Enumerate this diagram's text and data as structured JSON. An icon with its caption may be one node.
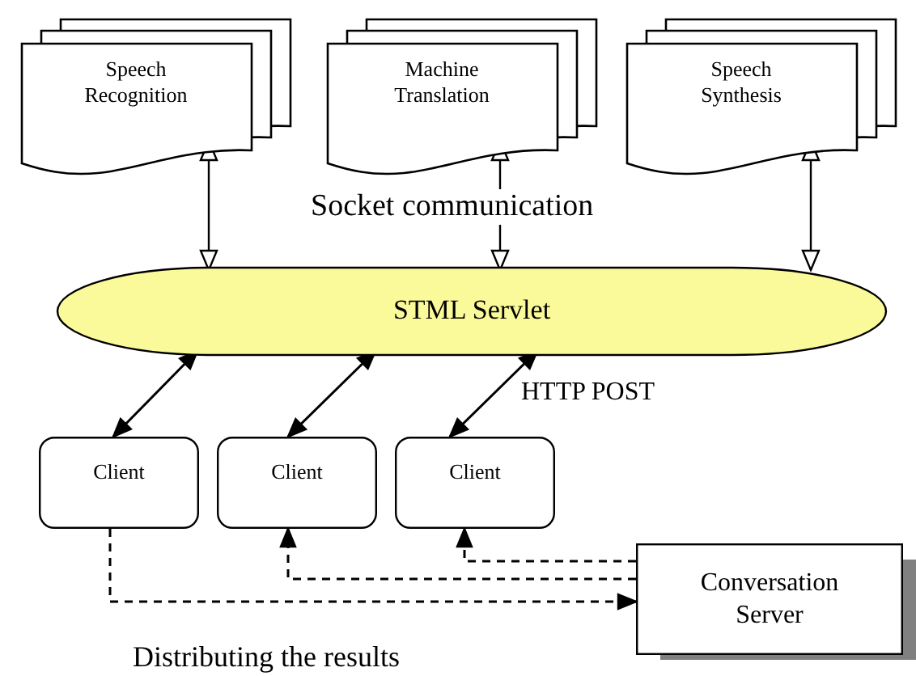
{
  "diagram": {
    "nodes": [
      {
        "text": [
          "Speech Recognition"
        ]
      },
      {
        "text": [
          "Machine Translation"
        ]
      },
      {
        "text": [
          "Speech Synthesis"
        ]
      },
      {
        "text": [
          "STML Servlet"
        ]
      },
      {
        "text": [
          "Client"
        ]
      },
      {
        "text": [
          "Client"
        ]
      },
      {
        "text": [
          "Client"
        ]
      },
      {
        "text": [
          "Conversation Server"
        ]
      }
    ],
    "edges": [
      {
        "from": 0,
        "to": 3,
        "arrow": "both"
      },
      {
        "from": 1,
        "to": 3,
        "arrow": "both"
      },
      {
        "from": 2,
        "to": 3,
        "arrow": "both"
      },
      {
        "from": 4,
        "to": 3,
        "arrow": "both"
      },
      {
        "from": 5,
        "to": 3,
        "arrow": "both"
      },
      {
        "from": 6,
        "to": 3,
        "arrow": "both"
      },
      {
        "from": 4,
        "to": 7,
        "arrow": "to",
        "style": "dashed"
      },
      {
        "from": 7,
        "to": 5,
        "arrow": "to",
        "style": "dashed"
      },
      {
        "from": 7,
        "to": 6,
        "arrow": "to",
        "style": "dashed"
      }
    ],
    "labels": [
      "Socket communication",
      "HTTP POST",
      "Distributing the results"
    ]
  }
}
